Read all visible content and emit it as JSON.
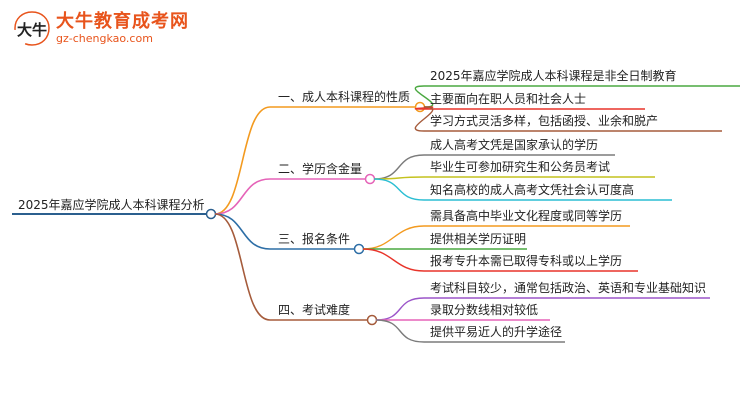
{
  "brand": {
    "title": "大牛教育成考网",
    "url": "gz-chengkao.com",
    "mark_text": "大牛"
  },
  "root": {
    "label": "2025年嘉应学院成人本科课程分析",
    "color": "#2b5f8e"
  },
  "branches": [
    {
      "label": "一、成人本科课程的性质",
      "color": "#f39a1f",
      "leaves": [
        {
          "label": "2025年嘉应学院成人本科课程是非全日制教育",
          "color": "#4aa840"
        },
        {
          "label": "主要面向在职人员和社会人士",
          "color": "#e8342a"
        },
        {
          "label": "学习方式灵活多样，包括函授、业余和脱产",
          "color": "#a55b3b"
        }
      ]
    },
    {
      "label": "二、学历含金量",
      "color": "#e563b8",
      "leaves": [
        {
          "label": "成人高考文凭是国家承认的学历",
          "color": "#7b7b7b"
        },
        {
          "label": "毕业生可参加研究生和公务员考试",
          "color": "#c4c21e"
        },
        {
          "label": "知名高校的成人高考文凭社会认可度高",
          "color": "#2bbed3"
        }
      ]
    },
    {
      "label": "三、报名条件",
      "color": "#2d6ea6",
      "leaves": [
        {
          "label": "需具备高中毕业文化程度或同等学历",
          "color": "#f39a1f"
        },
        {
          "label": "提供相关学历证明",
          "color": "#4aa840"
        },
        {
          "label": "报考专升本需已取得专科或以上学历",
          "color": "#e8342a"
        }
      ]
    },
    {
      "label": "四、考试难度",
      "color": "#a55b3b",
      "leaves": [
        {
          "label": "考试科目较少，通常包括政治、英语和专业基础知识",
          "color": "#9b55c9"
        },
        {
          "label": "录取分数线相对较低",
          "color": "#e563b8"
        },
        {
          "label": "提供平易近人的升学途径",
          "color": "#7b7b7b"
        }
      ]
    }
  ]
}
